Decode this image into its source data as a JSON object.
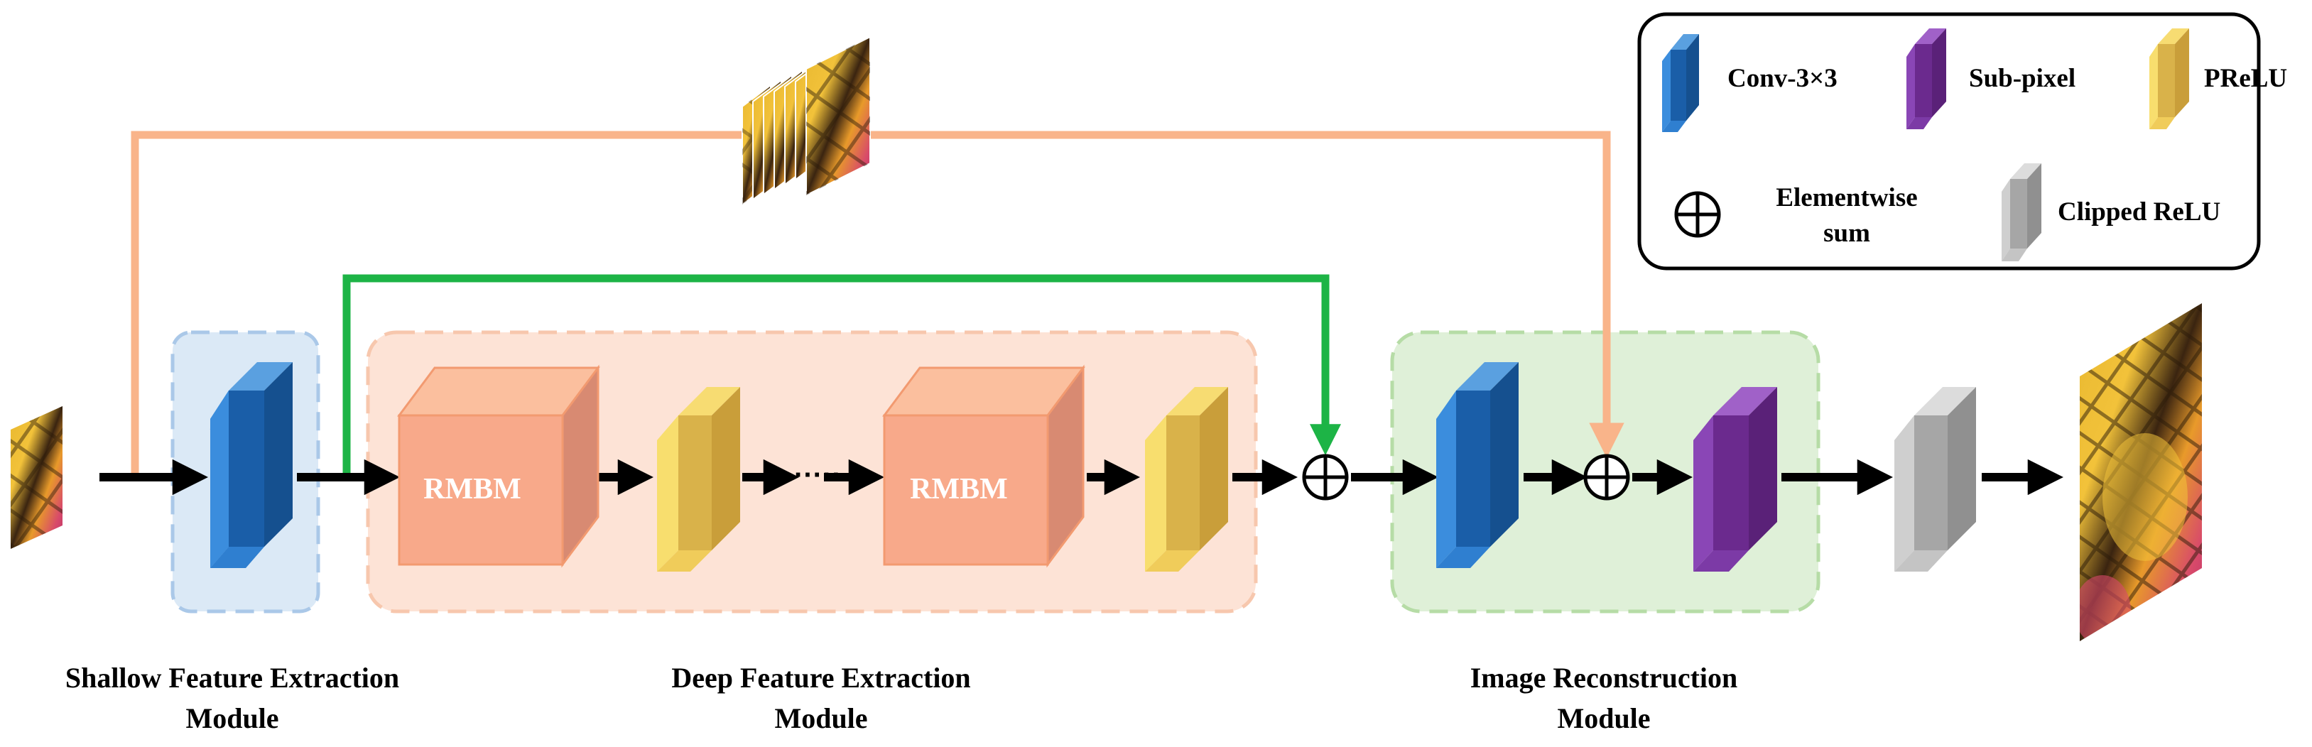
{
  "modules": {
    "shallow": {
      "line1": "Shallow Feature Extraction",
      "line2": "Module"
    },
    "deep": {
      "line1": "Deep Feature Extraction",
      "line2": "Module"
    },
    "recon": {
      "line1": "Image Reconstruction",
      "line2": "Module"
    }
  },
  "blocks": {
    "rmbm_1": "RMBM",
    "rmbm_2": "RMBM"
  },
  "legend": {
    "conv": "Conv-3×3",
    "subpixel": "Sub-pixel",
    "prelu": "PReLU",
    "sum_line1": "Elementwise",
    "sum_line2": "sum",
    "clipped": "Clipped ReLU"
  },
  "colors": {
    "conv": "#1a5ea8",
    "subpixel": "#6b2a8e",
    "prelu": "#d9b24a",
    "clipped_relu": "#a6a6a6",
    "rmbm": "#f8a98a",
    "global_skip": "#f9b48a",
    "residual_skip": "#1db446",
    "shallow_bg": "#dbe9f6",
    "deep_bg": "#fde3d6",
    "recon_bg": "#dff0d8"
  },
  "icons": [
    "lr-image-thumbnail",
    "lr-image-stack",
    "sr-image-output",
    "elementwise-sum-icon"
  ]
}
